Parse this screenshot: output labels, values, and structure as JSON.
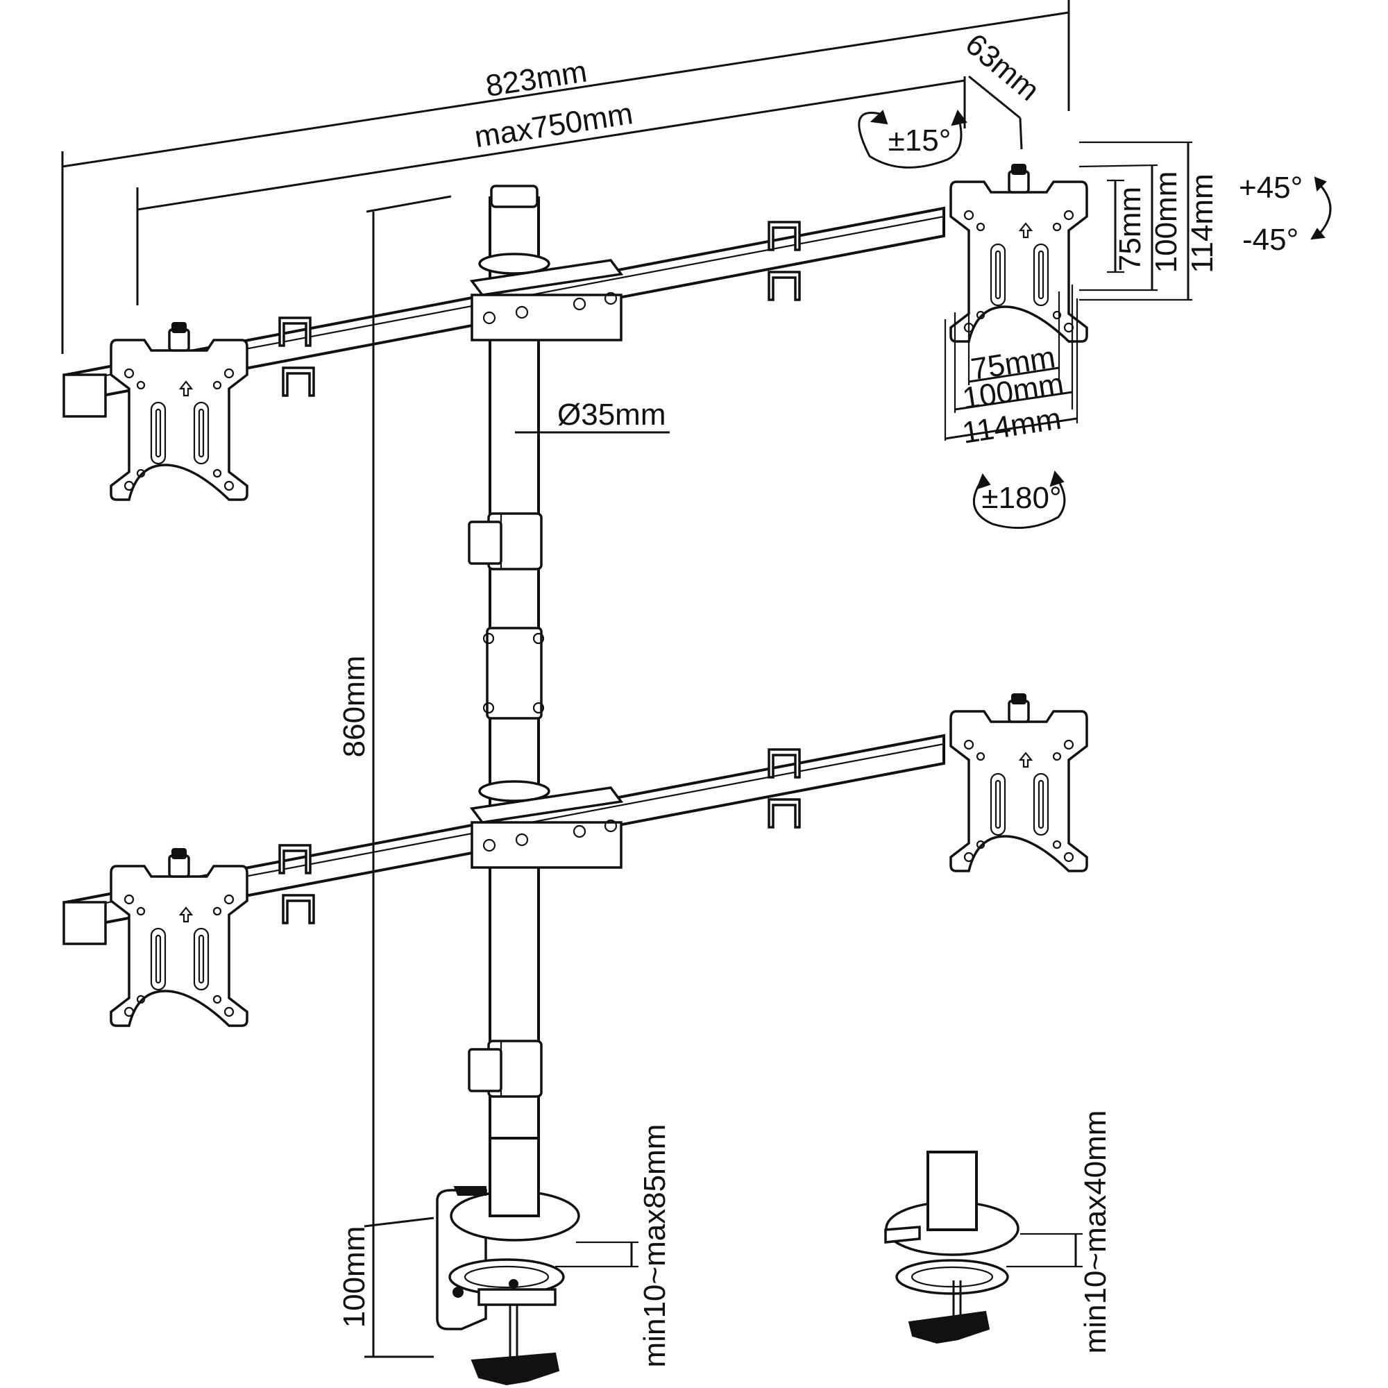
{
  "diagram": {
    "labels": {
      "total_width": "823mm",
      "arm_max_width": "max750mm",
      "arm_depth": "63mm",
      "tilt": "±15°",
      "swivel_plus": "+45°",
      "swivel_minus": "-45°",
      "rotation": "±180°",
      "pole_diameter": "Ø35mm",
      "pole_height": "860mm",
      "clamp_height": "100mm",
      "clamp_range": "min10~max85mm",
      "grommet_range": "min10~max40mm",
      "vesa_h_75": "75mm",
      "vesa_h_100": "100mm",
      "vesa_h_114": "114mm",
      "vesa_v_75": "75mm",
      "vesa_v_100": "100mm",
      "vesa_v_114": "114mm"
    },
    "colors": {
      "ink": "#111111",
      "paper": "#ffffff"
    }
  }
}
